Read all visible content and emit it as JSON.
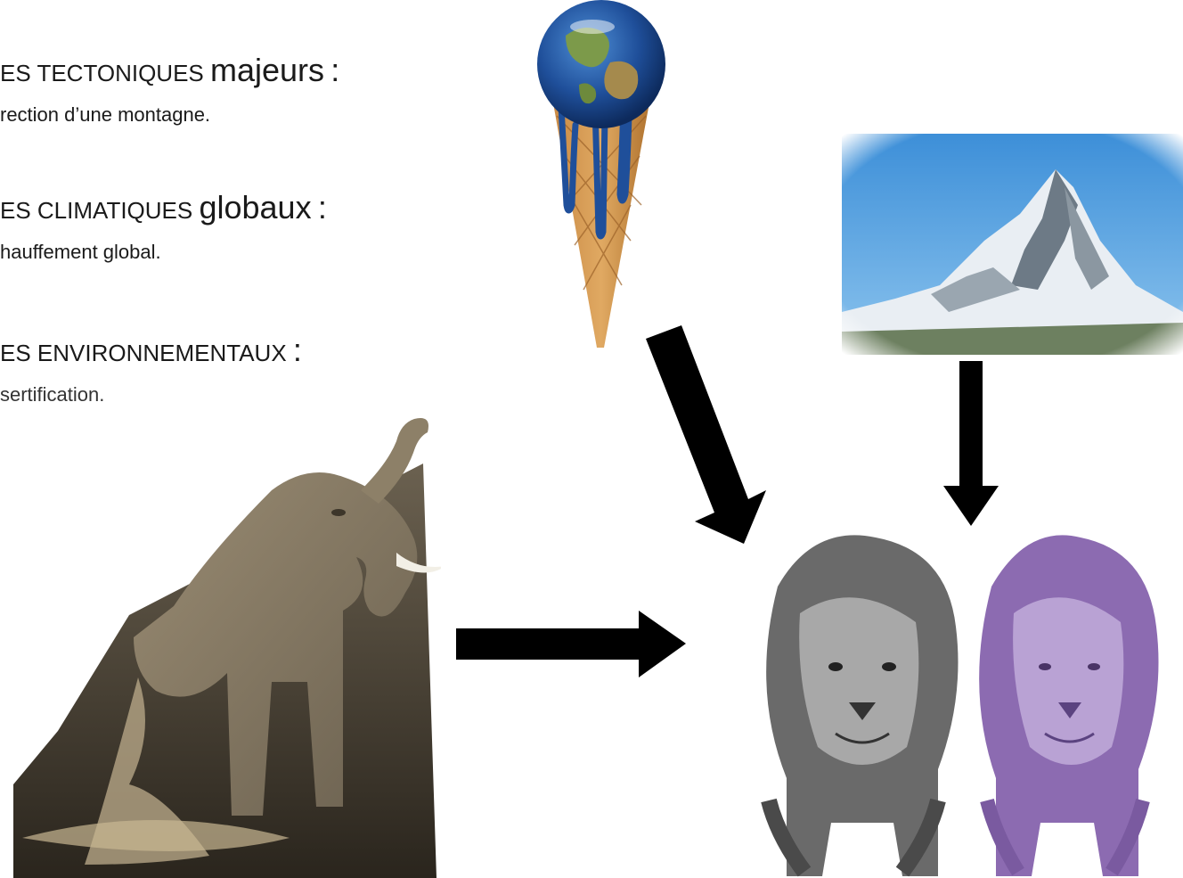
{
  "slide": {
    "items": [
      {
        "heading_small": "ES TECTONIQUES",
        "heading_big": "majeurs",
        "colon": ":",
        "sub": "rection d’une montagne."
      },
      {
        "heading_small": "ES CLIMATIQUES",
        "heading_big": "globaux",
        "colon": ":",
        "sub": "hauffement global."
      },
      {
        "heading_small": "ES ENVIRONNEMENTAUX",
        "heading_big": "",
        "colon": ":",
        "sub": "sertification."
      }
    ]
  },
  "images": {
    "ice_cream_earth": "melting-earth-ice-cream-cone",
    "mountain": "snowy-mountain-peak-photo",
    "elephant": "crumbling-sand-elephant",
    "lion_gray": "grayscale-lion",
    "lion_purple": "purple-tinted-lion"
  },
  "colors": {
    "arrow": "#000000",
    "purple": "#8c6bb1",
    "sky": "#5aa8df"
  }
}
